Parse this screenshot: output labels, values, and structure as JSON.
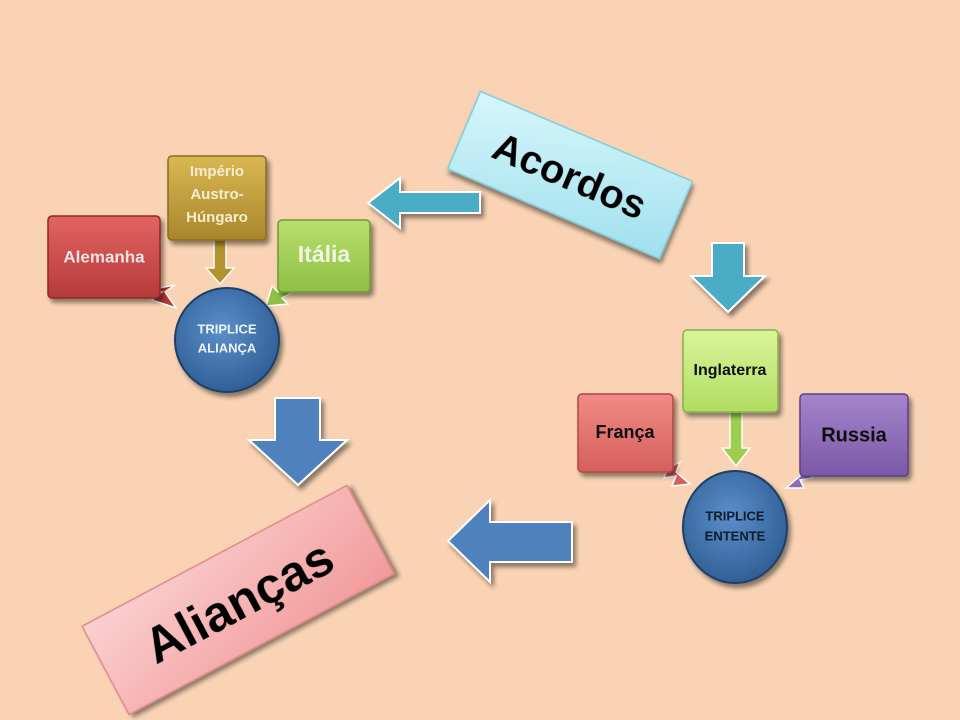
{
  "title": "Alianças",
  "acordos": "Acordos",
  "triplice_alianca": {
    "hub": [
      "TRIPLICE",
      "ALIANÇA"
    ],
    "members": {
      "alemanha": "Alemanha",
      "austria": [
        "Império",
        "Austro-",
        "Húngaro"
      ],
      "italia": "Itália"
    }
  },
  "triplice_entente": {
    "hub": [
      "TRIPLICE",
      "ENTENTE"
    ],
    "members": {
      "inglaterra": "Inglaterra",
      "franca": "França",
      "russia": "Russia"
    }
  },
  "colors": {
    "background": "#f9d3b4",
    "red_box": "#c94a48",
    "gold_box": "#c4a23c",
    "green_box": "#a8d25e",
    "light_green_box": "#c6e87a",
    "salmon_box": "#e5726e",
    "purple_box": "#8f6cb8",
    "hub_blue": "#4a7bb5",
    "cyan_arrow": "#4bacc6",
    "blue_arrow": "#4f81bd",
    "acordos_fill": "#b9ecf5",
    "aliancas_fill": "#f6b6b6"
  }
}
